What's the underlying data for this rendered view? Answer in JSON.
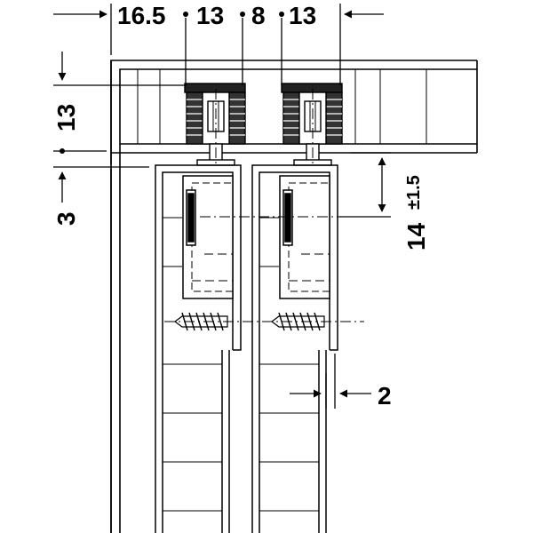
{
  "dimensions": {
    "top_1": "16.5",
    "top_2": "13",
    "top_3": "8",
    "top_4": "13",
    "left_upper": "13",
    "left_lower": "3",
    "right_main": "14",
    "right_tolerance": "±1.5",
    "right_lower": "2"
  },
  "colors": {
    "line": "#000000",
    "background": "#ffffff"
  }
}
